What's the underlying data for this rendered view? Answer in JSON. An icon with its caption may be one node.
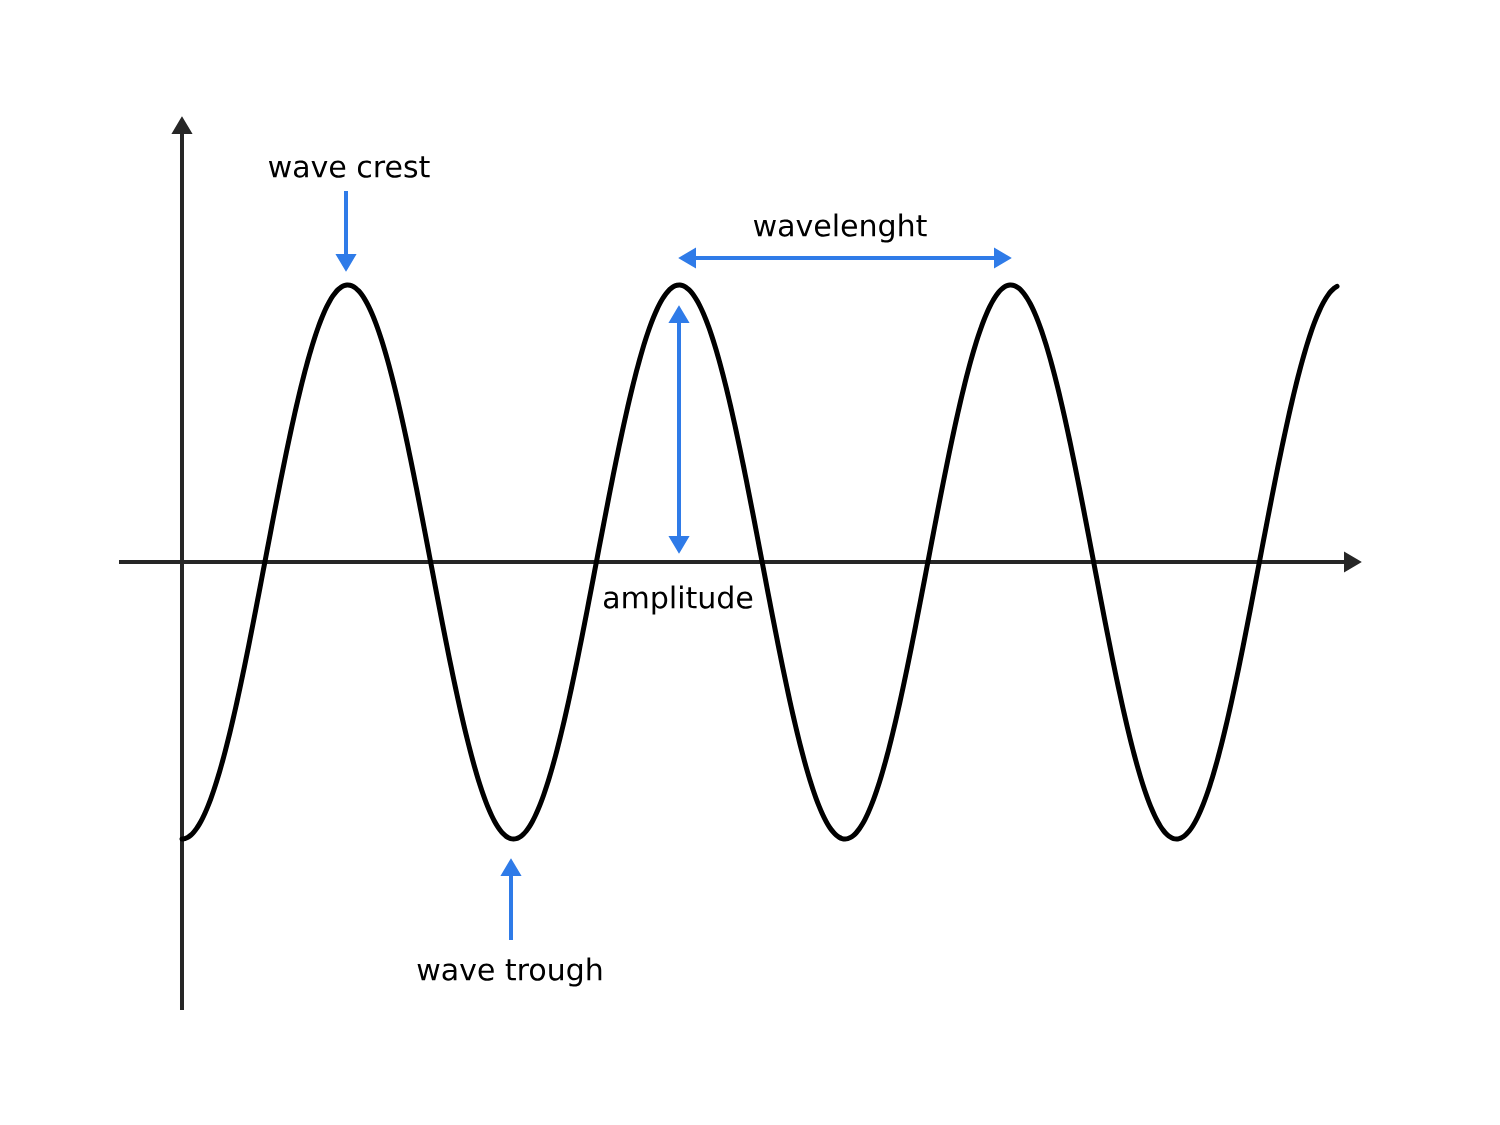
{
  "diagram": {
    "nodes": [
      {
        "text": [
          "wave crest"
        ]
      },
      {
        "text": [
          "wave trough"
        ]
      }
    ],
    "edges": [
      {
        "from": 0,
        "to": null,
        "arrow": "to"
      },
      {
        "from": 1,
        "to": null,
        "arrow": "to"
      }
    ],
    "labels": [
      "wavelenght",
      "amplitude"
    ]
  }
}
